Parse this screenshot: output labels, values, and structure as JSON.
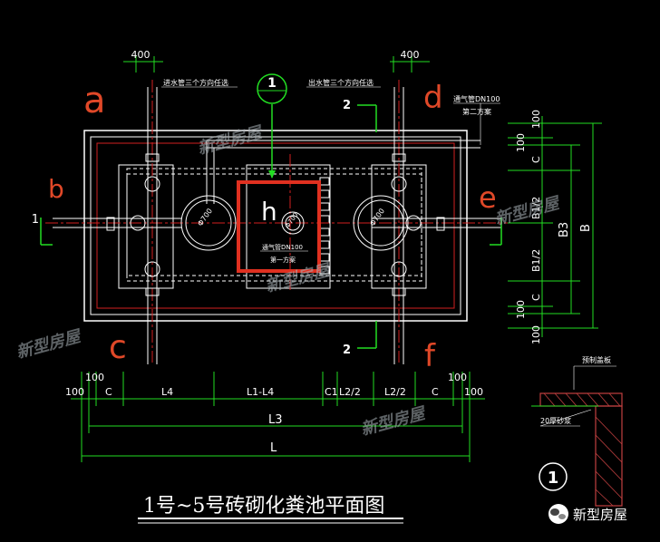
{
  "letters": {
    "a": "a",
    "b": "b",
    "c": "c",
    "d": "d",
    "e": "e",
    "f": "f",
    "h": "h"
  },
  "top_dims": {
    "left": "400",
    "right": "400"
  },
  "notes": {
    "inlet_pipe": "进水管三个方向任选",
    "outlet_pipe": "出水管三个方向任选",
    "vent_pipe_right": "通气管DN100",
    "vent_option_2": "第二方案",
    "vent_pipe_center": "通气管DN100",
    "vent_option_1": "第一方案"
  },
  "callout": {
    "section_number": "1",
    "left_mark": "1",
    "mark_2_top": "2",
    "mark_2_bottom": "2"
  },
  "manholes": {
    "left": "Φ700",
    "right": "Φ700",
    "center": "Φ700"
  },
  "bottom_dims": {
    "row1": [
      "100",
      "C",
      "L4",
      "L1-L4",
      "C1",
      "L2/2",
      "L2/2",
      "C",
      "100"
    ],
    "row1_extra": [
      "100",
      "100"
    ],
    "row2": "L3",
    "row3": "L"
  },
  "right_dims": {
    "outer": [
      "100",
      "100",
      "100",
      "100"
    ],
    "inner": [
      "C",
      "B1/2",
      "B1/2",
      "C"
    ],
    "b3": "B3",
    "b": "B"
  },
  "detail": {
    "label1": "预制盖板",
    "label2": "20厚砂浆",
    "number": "1"
  },
  "watermarks": [
    "新型房屋",
    "新型房屋",
    "新型房屋",
    "新型房屋",
    "新型房屋"
  ],
  "title": "1号~5号砖砌化粪池平面图",
  "brand": "新型房屋"
}
